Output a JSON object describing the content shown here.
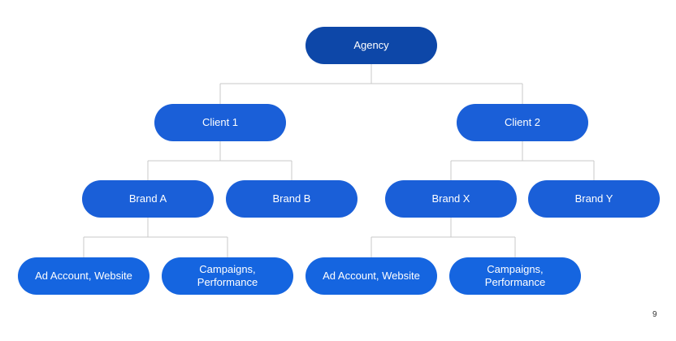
{
  "nodes": {
    "agency": "Agency",
    "client1": "Client 1",
    "client2": "Client 2",
    "brand_a": "Brand A",
    "brand_b": "Brand B",
    "brand_x": "Brand X",
    "brand_y": "Brand Y",
    "brand_a_assets": "Ad Account, Website",
    "brand_a_campaigns": "Campaigns,\nPerformance",
    "brand_x_assets": "Ad Account, Website",
    "brand_x_campaigns": "Campaigns,\nPerformance"
  },
  "page_number": "9",
  "colors": {
    "root_fill": "#0d47a8",
    "node_fill": "#1a5fd8",
    "connector": "#c8c8c8",
    "text": "#ffffff"
  }
}
